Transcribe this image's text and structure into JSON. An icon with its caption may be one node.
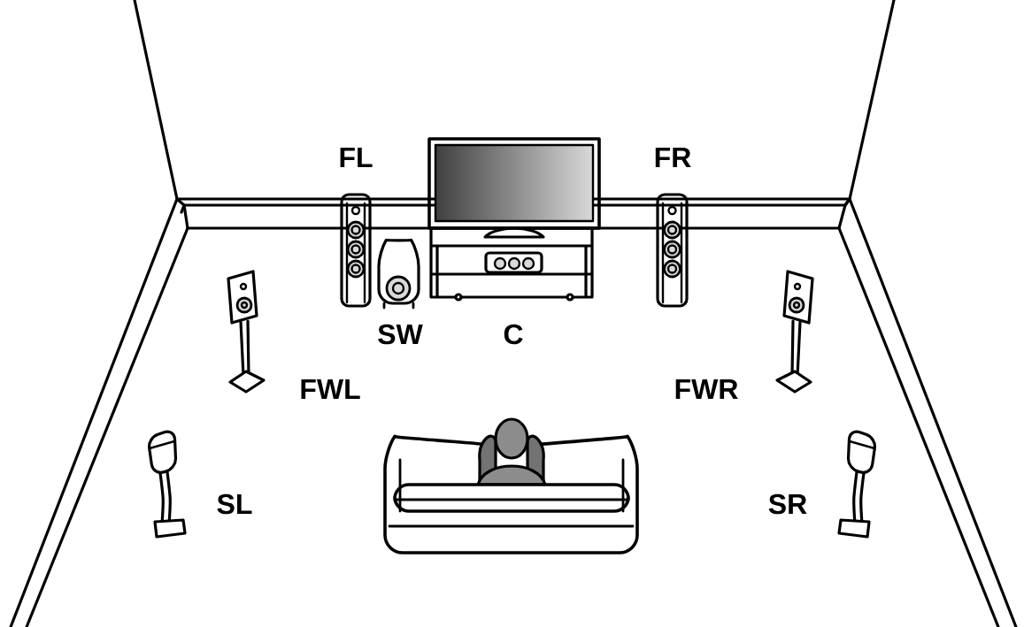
{
  "diagram": {
    "labels": [
      "FL",
      "FR",
      "SW",
      "C",
      "FWL",
      "FWR",
      "SL",
      "SR"
    ]
  }
}
